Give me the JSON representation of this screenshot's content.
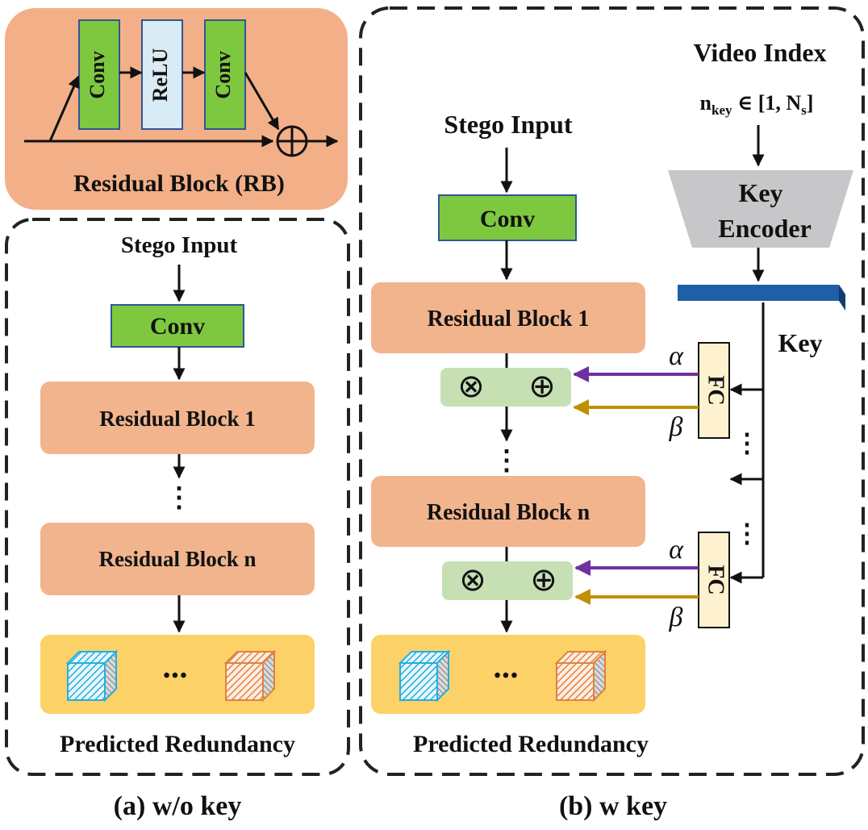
{
  "colors": {
    "salmon": "#f3b088",
    "block": "#f2b48d",
    "conv": "#7ec840",
    "conv_border": "#2f5597",
    "relu": "#d9ebf4",
    "output_band": "#fcd167",
    "modulation": "#c6e0b4",
    "fc": "#fdf1d0",
    "key_encoder": "#c7c7c9",
    "key_bar": "#1f5fa8",
    "alpha_arrow": "#7030a0",
    "beta_arrow": "#bf9000",
    "cube_blue": "#22aee1",
    "cube_orange": "#e2813d"
  },
  "rb": {
    "conv1": "Conv",
    "relu": "ReLU",
    "conv2": "Conv",
    "plus": "⊕",
    "caption": "Residual Block (RB)"
  },
  "panel_a": {
    "input_label": "Stego Input",
    "conv": "Conv",
    "block1": "Residual Block 1",
    "vdots": "⋮",
    "blockn": "Residual Block n",
    "ellipsis": "•••",
    "output_label": "Predicted Redundancy",
    "caption": "(a) w/o key"
  },
  "panel_b": {
    "input_label": "Stego Input",
    "conv": "Conv",
    "block1": "Residual Block 1",
    "times": "⊗",
    "plus": "⊕",
    "vdots": "⋮",
    "blockn": "Residual Block n",
    "ellipsis": "•••",
    "output_label": "Predicted Redundancy",
    "caption": "(b) w key",
    "video_index": "Video Index",
    "n_key_base": "n",
    "n_key_sub": "key",
    "n_key_range": " ∈ [1, N",
    "n_key_range_sub": "s",
    "n_key_close": "]",
    "key_encoder_line1": "Key",
    "key_encoder_line2": "Encoder",
    "key_label": "Key",
    "fc1": "FC",
    "fc2": "FC",
    "alpha": "α",
    "beta": "β",
    "key_vdots": "⋮"
  },
  "icons": [
    "right-arrow-icon",
    "down-arrow-icon",
    "left-arrow-icon",
    "cube-icon",
    "circled-plus-icon",
    "circled-times-icon"
  ]
}
